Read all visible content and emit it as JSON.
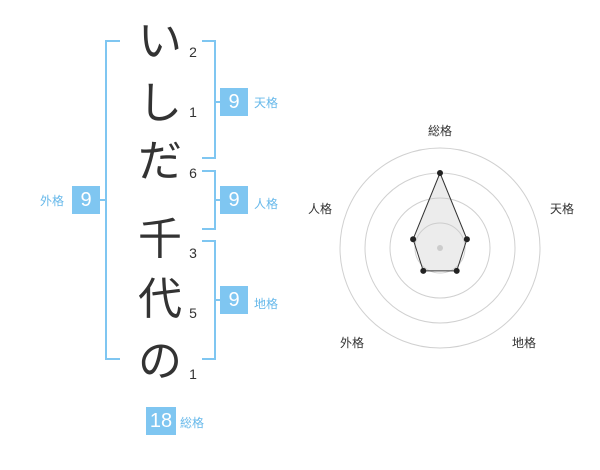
{
  "name_chars": [
    "い",
    "し",
    "だ",
    "千",
    "代",
    "の"
  ],
  "stroke_counts": [
    "2",
    "1",
    "6",
    "3",
    "5",
    "1"
  ],
  "categories": {
    "gaikaku": {
      "label": "外格",
      "value": "9"
    },
    "tenkaku": {
      "label": "天格",
      "value": "9"
    },
    "jinkaku": {
      "label": "人格",
      "value": "9"
    },
    "chikaku": {
      "label": "地格",
      "value": "9"
    },
    "soukaku": {
      "label": "総格",
      "value": "18"
    }
  },
  "chart_data": {
    "type": "radar",
    "axes": [
      "総格",
      "天格",
      "地格",
      "外格",
      "人格"
    ],
    "values": [
      4.5,
      1.7,
      1.7,
      1.7,
      1.7
    ],
    "rmax": 6,
    "rings": 4
  },
  "colors": {
    "accent": "#7fc6f1",
    "label": "#66b8ea",
    "text": "#333333"
  }
}
